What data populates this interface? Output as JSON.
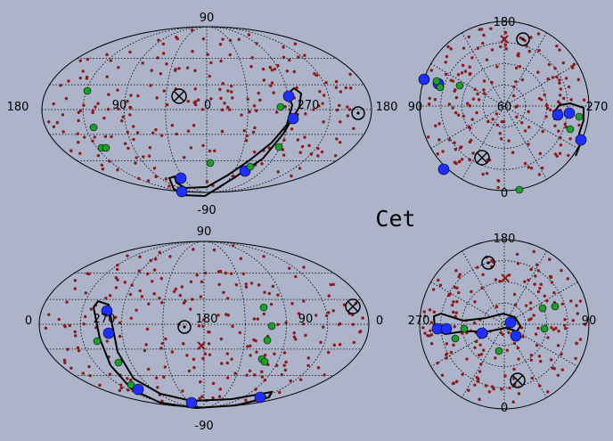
{
  "title": "Cet",
  "colors": {
    "background": "#adb3c8",
    "grid": "#000000",
    "star_dot": "#8b1a1a",
    "blue_marker": "#1f2fff",
    "green_marker": "#1e9e2a",
    "contour": "#000000"
  },
  "panels": {
    "top_left": {
      "label_top": "90",
      "label_bottom": "-90",
      "label_left": "180",
      "label_right": "180",
      "tick_a": "90",
      "tick_b": "0",
      "tick_c": "270"
    },
    "top_right": {
      "label_top": "180",
      "label_bottom": "0",
      "label_left": "90",
      "label_right": "270",
      "label_center": "60"
    },
    "bottom_left": {
      "label_top": "90",
      "label_bottom": "-90",
      "label_left": "0",
      "label_right": "0",
      "tick_a": "270",
      "tick_b": "180",
      "tick_c": "90"
    },
    "bottom_right": {
      "label_top": "180",
      "label_bottom": "0",
      "label_left": "270",
      "label_right": "90"
    }
  },
  "icons": [
    "sun-symbol-icon",
    "cross-circle-icon",
    "pole-star-cluster-icon"
  ]
}
